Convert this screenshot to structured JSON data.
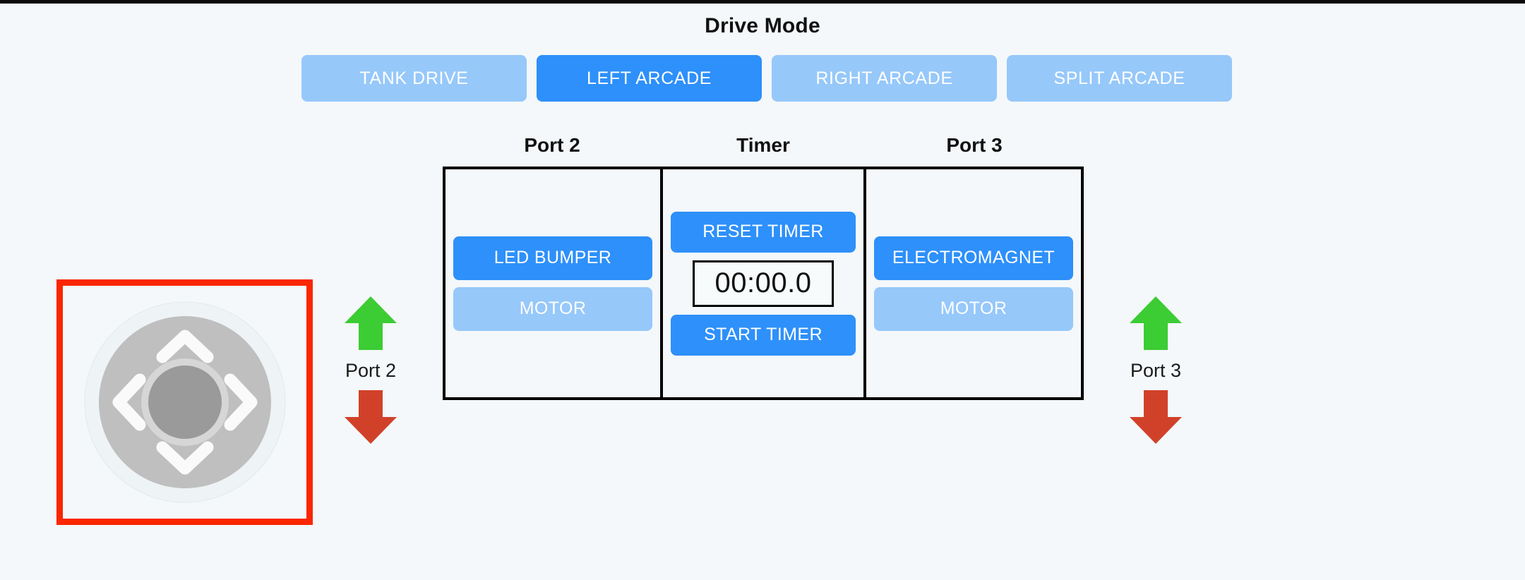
{
  "header": {
    "title": "Drive Mode"
  },
  "drive_modes": [
    {
      "label": "TANK DRIVE",
      "name": "tank-drive",
      "active": false
    },
    {
      "label": "LEFT ARCADE",
      "name": "left-arcade",
      "active": true
    },
    {
      "label": "RIGHT ARCADE",
      "name": "right-arcade",
      "active": false
    },
    {
      "label": "SPLIT ARCADE",
      "name": "split-arcade",
      "active": false
    }
  ],
  "panels": {
    "port2": {
      "label": "Port 2",
      "buttons": [
        {
          "label": "LED BUMPER",
          "active": true
        },
        {
          "label": "MOTOR",
          "active": false
        }
      ]
    },
    "timer": {
      "label": "Timer",
      "reset_label": "RESET TIMER",
      "start_label": "START TIMER",
      "display": "00:00.0"
    },
    "port3": {
      "label": "Port 3",
      "buttons": [
        {
          "label": "ELECTROMAGNET",
          "active": true
        },
        {
          "label": "MOTOR",
          "active": false
        }
      ]
    }
  },
  "dpad": {
    "name": "directional-pad",
    "selected": true
  },
  "port_arrows": {
    "left": {
      "label": "Port 2"
    },
    "right": {
      "label": "Port 3"
    }
  },
  "colors": {
    "background": "#f4f8fa",
    "accent_active": "#2e90fa",
    "accent_inactive": "#96c8fa",
    "selection_border": "#fa2600",
    "arrow_up": "#3ccc34",
    "arrow_down": "#d1412a",
    "panel_border": "#000000"
  }
}
